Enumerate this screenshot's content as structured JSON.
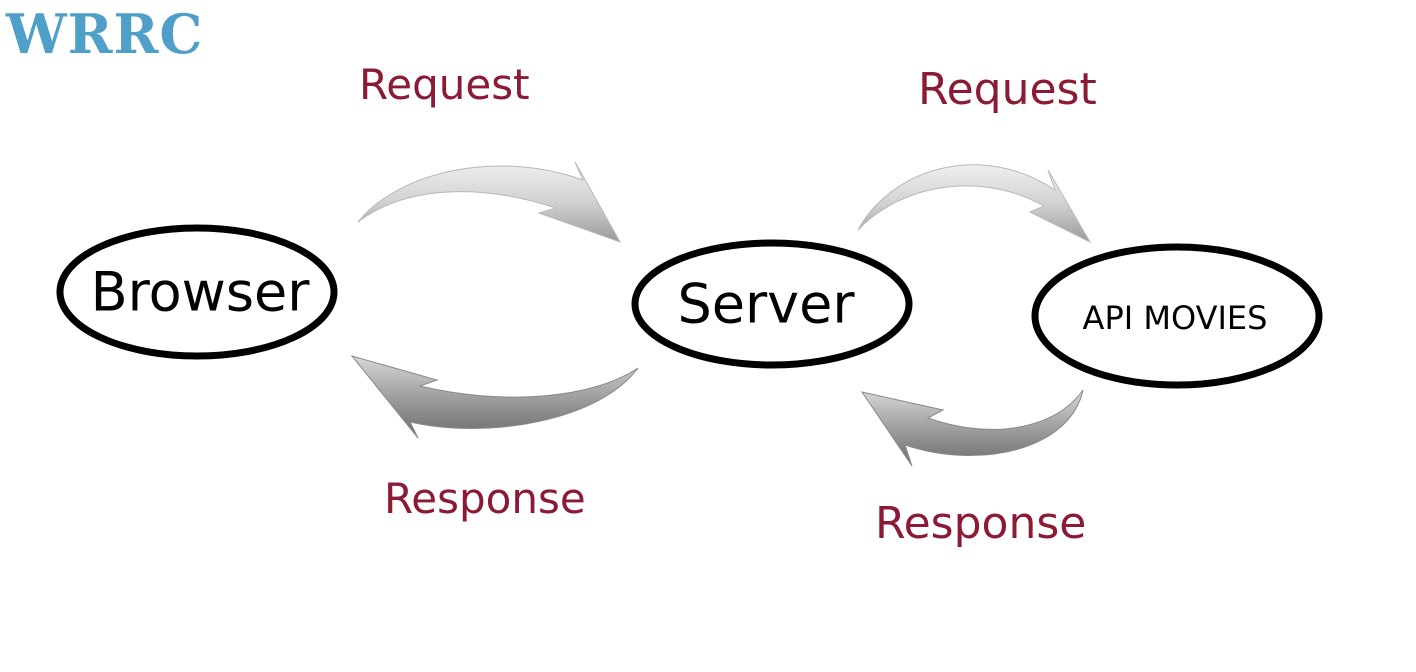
{
  "title": "WRRC",
  "nodes": {
    "browser": "Browser",
    "server": "Server",
    "api": "API MOVIES"
  },
  "labels": {
    "request_1": "Request",
    "response_1": "Response",
    "request_2": "Request",
    "response_2": "Response"
  },
  "colors": {
    "title": "#4f9fc9",
    "label": "#8b1a35",
    "ellipse_stroke": "#000000",
    "arrow_fill": "#d4d4d4"
  }
}
